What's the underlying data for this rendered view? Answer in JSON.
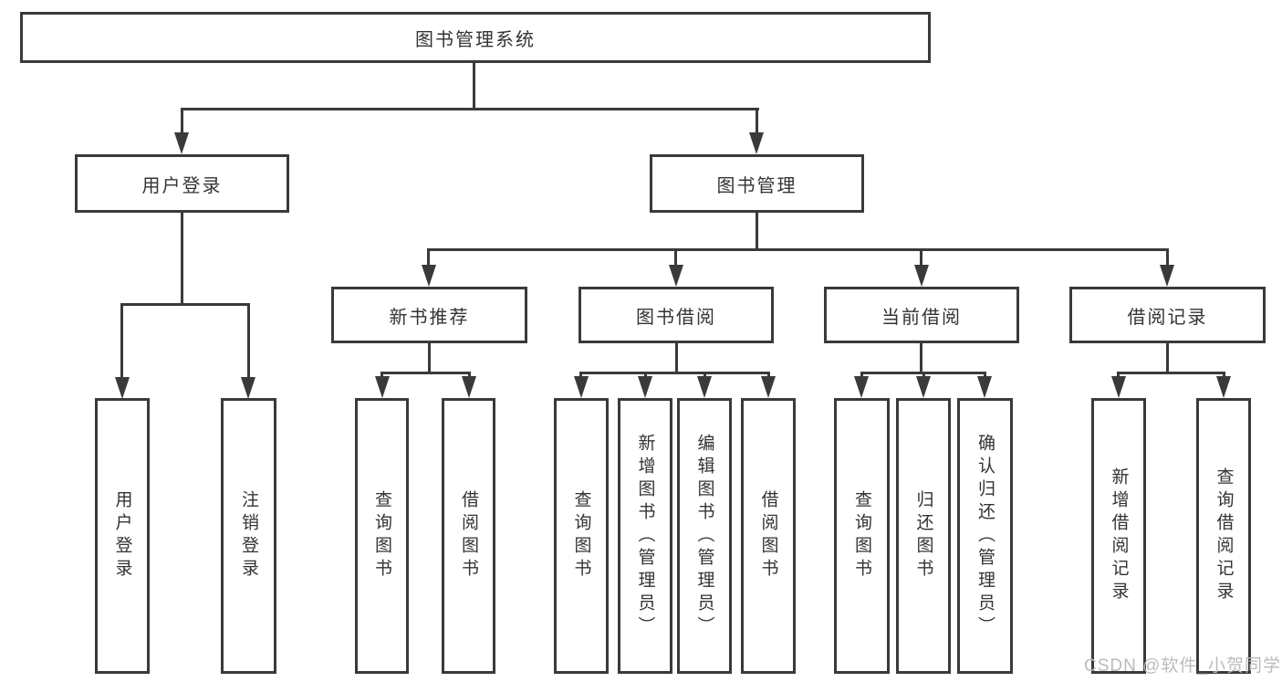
{
  "tree": {
    "root": "图书管理系统",
    "level1": {
      "user_login": "用户登录",
      "book_management": "图书管理"
    },
    "level2": {
      "new_book_recommend": "新书推荐",
      "book_borrow": "图书借阅",
      "current_borrow": "当前借阅",
      "borrow_records": "借阅记录"
    },
    "leaves": {
      "user_login": "用户登录",
      "logout_login": "注销登录",
      "query_books_1": "查询图书",
      "borrow_books_1": "借阅图书",
      "query_books_2": "查询图书",
      "add_books_admin": "新增图书（管理员）",
      "edit_books_admin": "编辑图书（管理员）",
      "borrow_books_2": "借阅图书",
      "query_books_3": "查询图书",
      "return_books": "归还图书",
      "confirm_return_admin": "确认归还（管理员）",
      "add_borrow_record": "新增借阅记录",
      "query_borrow_record": "查询借阅记录"
    }
  },
  "watermark": "CSDN @软件_小贺同学",
  "colors": {
    "line": "#3a3a3a",
    "text": "#333333",
    "watermark": "#bdbaba",
    "background": "#ffffff"
  }
}
